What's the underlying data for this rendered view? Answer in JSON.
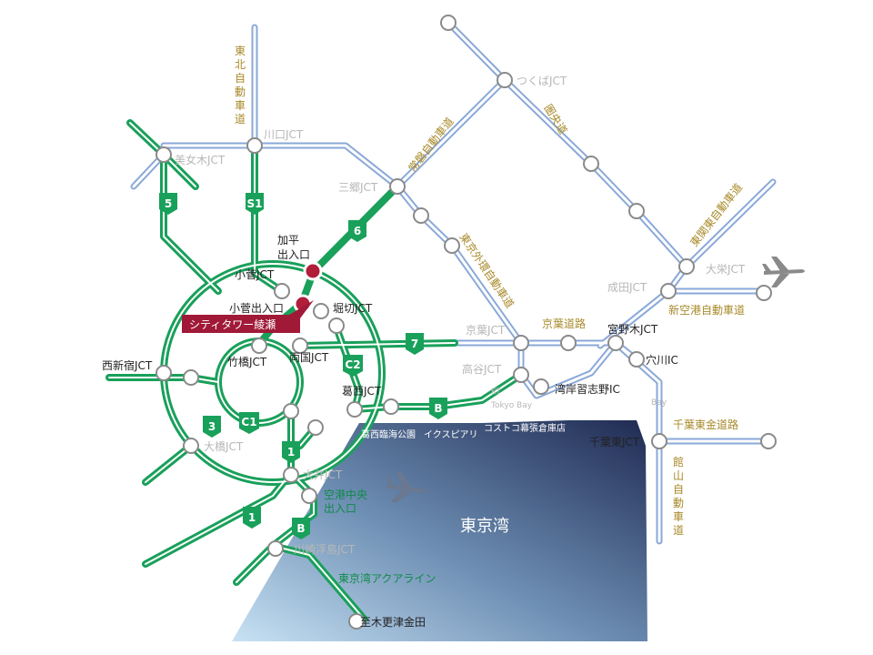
{
  "colors": {
    "expressway": "#19a05a",
    "national_road": "#8aa9d8",
    "station_marker": "#b01e3a",
    "tag_bg": "#a01a38",
    "bay_dark": "#1f2a52",
    "bay_light": "#bcd8ee",
    "label_gold": "#a88a2a",
    "label_gray": "#b7b7b7"
  },
  "bay": {
    "name": "東京湾"
  },
  "featured_tag": {
    "label": "シティタワー綾瀬"
  },
  "entrances": {
    "kahei": "加平\n出入口",
    "kosuge": "小菅出入口",
    "airport_central": "空港中央\n出入口"
  },
  "junctions": {
    "kawaguchi": "川口JCT",
    "bijogi": "美女木JCT",
    "misato": "三郷JCT",
    "tsukuba": "つくばJCT",
    "kosuge": "小菅JCT",
    "horikiri": "堀切JCT",
    "ryogoku": "両国JCT",
    "takebashi": "竹橋JCT",
    "nishishinjuku": "西新宿JCT",
    "kasai": "葛西JCT",
    "ohashi": "大橋JCT",
    "oi": "大井JCT",
    "kawasaki_ukishima": "川崎浮島JCT",
    "keiyo": "京葉JCT",
    "takaya": "高谷JCT",
    "miyanogi": "宮野木JCT",
    "narita": "成田JCT",
    "taiei": "大栄JCT",
    "chiba_higashi": "千葉東JCT"
  },
  "interchanges": {
    "anagawa": "穴川IC",
    "wangan_narashino": "湾岸習志野IC"
  },
  "roads": {
    "tohoku": "東北自動車道",
    "joban": "常磐自動車道",
    "gaikan": "東京外環自動車道",
    "ken_o": "圏央道",
    "higashikanto": "東関東自動車道",
    "shinkuko": "新空港自動車道",
    "keiyo_doro": "京葉道路",
    "chiba_togane": "千葉東金道路",
    "tateyama": "館山自動車道",
    "aqualine": "東京湾アクアライン"
  },
  "poi": {
    "rinkai_park": "葛西臨海公園",
    "ikspiari": "イクスピアリ",
    "costco": "コストコ幕張倉庫店",
    "kisarazu": "至木更津金田",
    "bay_tokyo": "Tokyo Bay",
    "ktk_prefix": "KT",
    "bay_edge": "Bay"
  },
  "route_shields": {
    "r5": "5",
    "s1": "S1",
    "r6": "6",
    "r7": "7",
    "c2": "C2",
    "c1": "C1",
    "r3": "3",
    "r1a": "1",
    "r1b": "1",
    "b1": "B",
    "b2": "B"
  }
}
